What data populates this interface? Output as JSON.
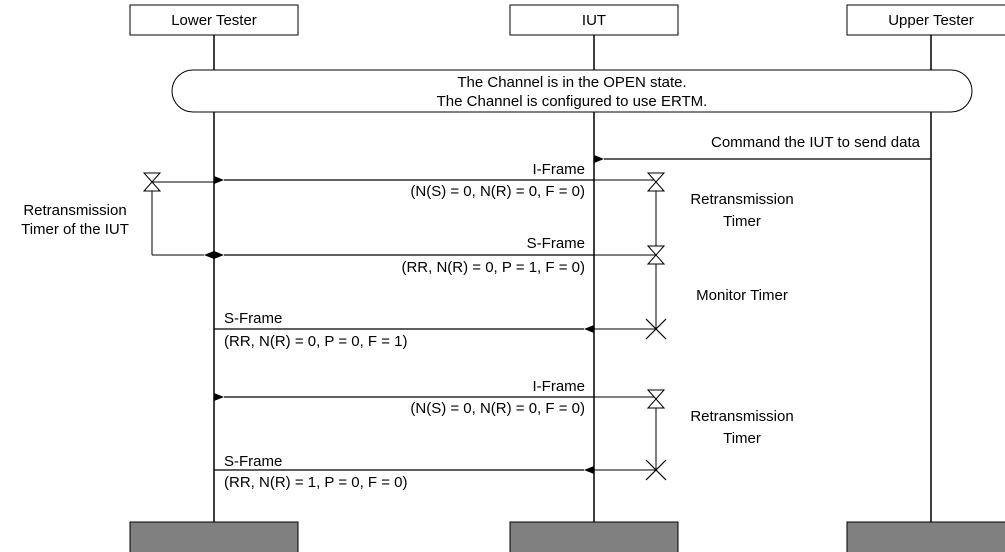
{
  "lifelines": [
    {
      "id": "lt",
      "label": "Lower Tester"
    },
    {
      "id": "iut",
      "label": "IUT"
    },
    {
      "id": "ut",
      "label": "Upper Tester"
    }
  ],
  "condition": {
    "line1": "The Channel is in the OPEN state.",
    "line2": "The Channel is configured to use ERTM."
  },
  "messages": {
    "command": "Command the IUT to send data",
    "iframe1": {
      "title": "I-Frame",
      "params": "(N(S) = 0, N(R) = 0, F = 0)"
    },
    "sframe1": {
      "title": "S-Frame",
      "params": "(RR, N(R) = 0, P = 1, F = 0)"
    },
    "sframe2": {
      "title": "S-Frame",
      "params": "(RR, N(R) = 0, P = 0, F = 1)"
    },
    "iframe2": {
      "title": "I-Frame",
      "params": "(N(S) = 0, N(R) = 0, F = 0)"
    },
    "sframe3": {
      "title": "S-Frame",
      "params": "(RR, N(R) = 1, P = 0, F = 0)"
    }
  },
  "timers": {
    "iut_retx_line1": "Retransmission",
    "iut_retx_line2": "Timer of the IUT",
    "retx1_line1": "Retransmission",
    "retx1_line2": "Timer",
    "monitor": "Monitor Timer",
    "retx2_line1": "Retransmission",
    "retx2_line2": "Timer"
  },
  "colors": {
    "line": "#000000",
    "endbox": "#808080"
  }
}
